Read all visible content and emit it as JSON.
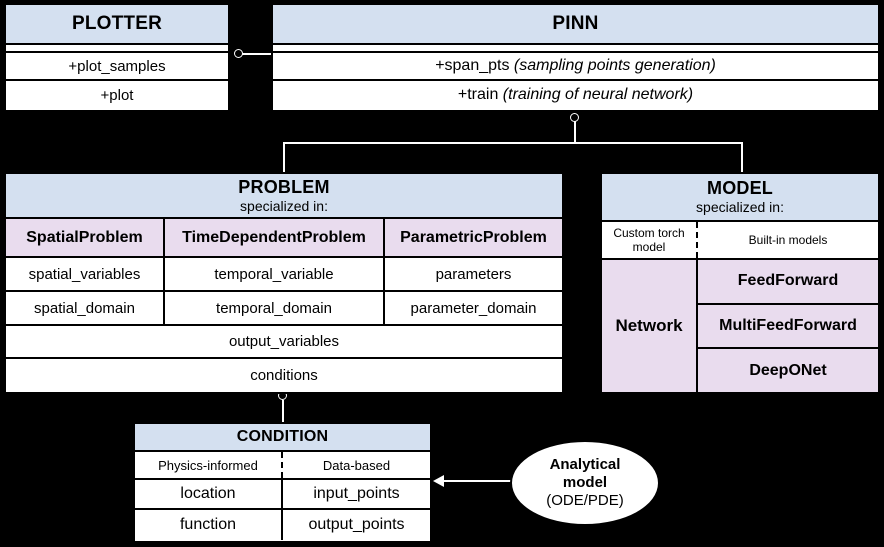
{
  "diagram": {
    "classes": {
      "plotter": {
        "title": "PLOTTER",
        "methods": [
          "+plot_samples",
          "+plot"
        ]
      },
      "pinn": {
        "title": "PINN",
        "methods": [
          {
            "name": "+span_pts",
            "note": "(sampling points generation)"
          },
          {
            "name": "+train",
            "note": "(training of neural network)"
          }
        ]
      },
      "problem": {
        "title": "PROBLEM",
        "subtitle": "specialized in:",
        "specializations": [
          "SpatialProblem",
          "TimeDependentProblem",
          "ParametricProblem"
        ],
        "attribute_rows": [
          [
            "spatial_variables",
            "temporal_variable",
            "parameters"
          ],
          [
            "spatial_domain",
            "temporal_domain",
            "parameter_domain"
          ]
        ],
        "shared_attributes": [
          "output_variables",
          "conditions"
        ]
      },
      "model": {
        "title": "MODEL",
        "subtitle": "specialized in:",
        "kind_left": "Custom torch model",
        "kind_right": "Built-in models",
        "network_label": "Network",
        "builtin_models": [
          "FeedForward",
          "MultiFeedForward",
          "DeepONet"
        ]
      },
      "condition": {
        "title": "CONDITION",
        "kind_left": "Physics-informed",
        "kind_right": "Data-based",
        "rows": [
          [
            "location",
            "input_points"
          ],
          [
            "function",
            "output_points"
          ]
        ]
      }
    },
    "annotation_ellipse": {
      "line1": "Analytical",
      "line2": "model",
      "line3": "(ODE/PDE)"
    },
    "colors": {
      "header_blue": "#d4e0f0",
      "specialization_pink": "#e9dcee",
      "background": "#000000",
      "stroke": "#000000",
      "connector": "#ffffff"
    }
  }
}
